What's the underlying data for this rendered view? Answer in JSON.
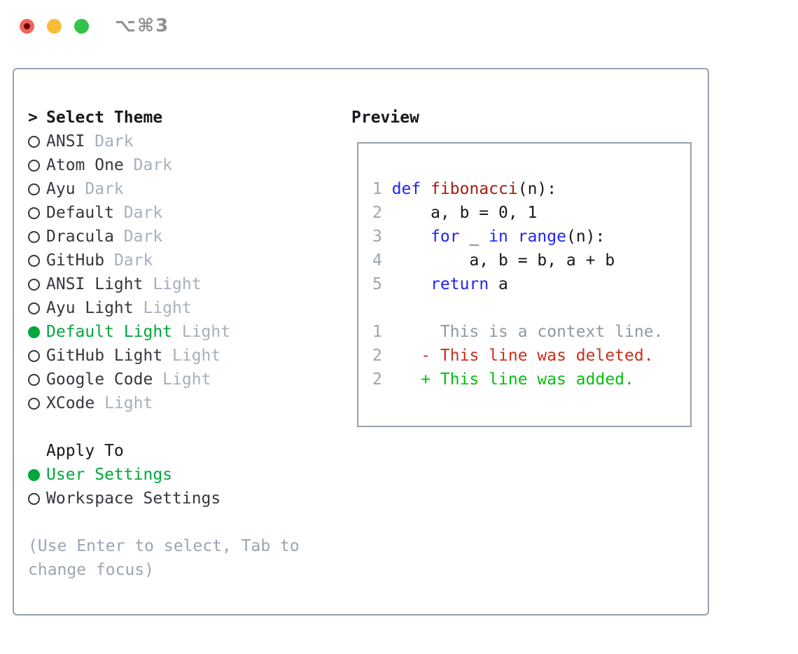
{
  "window": {
    "shortcut_label": "⌥⌘3",
    "traffic_lights": [
      {
        "name": "close-button",
        "color_key": "traffic_red",
        "has_dot": true
      },
      {
        "name": "minimize-button",
        "color_key": "traffic_yellow",
        "has_dot": false
      },
      {
        "name": "zoom-button",
        "color_key": "traffic_green",
        "has_dot": false
      }
    ]
  },
  "theme_picker": {
    "prompt": ">",
    "title": "Select Theme",
    "items": [
      {
        "name": "ANSI",
        "tag": "Dark",
        "selected": false
      },
      {
        "name": "Atom One",
        "tag": "Dark",
        "selected": false
      },
      {
        "name": "Ayu",
        "tag": "Dark",
        "selected": false
      },
      {
        "name": "Default",
        "tag": "Dark",
        "selected": false
      },
      {
        "name": "Dracula",
        "tag": "Dark",
        "selected": false
      },
      {
        "name": "GitHub",
        "tag": "Dark",
        "selected": false
      },
      {
        "name": "ANSI Light",
        "tag": "Light",
        "selected": false
      },
      {
        "name": "Ayu Light",
        "tag": "Light",
        "selected": false
      },
      {
        "name": "Default Light",
        "tag": "Light",
        "selected": true
      },
      {
        "name": "GitHub Light",
        "tag": "Light",
        "selected": false
      },
      {
        "name": "Google Code",
        "tag": "Light",
        "selected": false
      },
      {
        "name": "XCode",
        "tag": "Light",
        "selected": false
      }
    ],
    "apply_to": {
      "title": "Apply To",
      "options": [
        {
          "name": "User Settings",
          "selected": true
        },
        {
          "name": "Workspace Settings",
          "selected": false
        }
      ]
    },
    "help_lines": [
      "(Use Enter to select, Tab to",
      "change focus)"
    ]
  },
  "preview": {
    "title": "Preview",
    "code_lines": [
      {
        "num": "1",
        "tokens": [
          {
            "t": "def",
            "c": "kw"
          },
          {
            "t": " ",
            "c": "pl"
          },
          {
            "t": "fibonacci",
            "c": "fn"
          },
          {
            "t": "(n):",
            "c": "pl"
          }
        ]
      },
      {
        "num": "2",
        "tokens": [
          {
            "t": "    a, b = 0, 1",
            "c": "pl"
          }
        ]
      },
      {
        "num": "3",
        "tokens": [
          {
            "t": "    ",
            "c": "pl"
          },
          {
            "t": "for",
            "c": "kw"
          },
          {
            "t": " _ ",
            "c": "pl"
          },
          {
            "t": "in",
            "c": "kw"
          },
          {
            "t": " ",
            "c": "pl"
          },
          {
            "t": "range",
            "c": "kw"
          },
          {
            "t": "(n):",
            "c": "pl"
          }
        ]
      },
      {
        "num": "4",
        "tokens": [
          {
            "t": "        a, b = b, a + b",
            "c": "pl"
          }
        ]
      },
      {
        "num": "5",
        "tokens": [
          {
            "t": "    ",
            "c": "pl"
          },
          {
            "t": "return",
            "c": "kw"
          },
          {
            "t": " a",
            "c": "pl"
          }
        ]
      },
      {
        "num": "",
        "tokens": []
      },
      {
        "num": "1",
        "tokens": [
          {
            "t": "     This is a context line.",
            "c": "ctx"
          }
        ]
      },
      {
        "num": "2",
        "tokens": [
          {
            "t": "   - This line was deleted.",
            "c": "del"
          }
        ]
      },
      {
        "num": "2",
        "tokens": [
          {
            "t": "   + This line was added.",
            "c": "add"
          }
        ]
      }
    ]
  },
  "colors": {
    "keyword_blue": "#1f24f0",
    "function_red": "#a21d12",
    "diff_deleted": "#c92f1d",
    "diff_added": "#0abd12",
    "ui_selected_green": "#00a73c",
    "muted_gray": "#9aa5b1",
    "context_gray": "#8f99a3",
    "tag_gray": "#a6b0bb",
    "text_dark": "#34383d",
    "heading_black": "#15181c",
    "code_black": "#17181a",
    "border_gray": "#98a2ae",
    "shortcut_gray": "#8e9196",
    "traffic_red": "#f4615b",
    "traffic_yellow": "#f6bd3a",
    "traffic_green": "#33c24a",
    "traffic_red_dot": "#5c0b00"
  }
}
